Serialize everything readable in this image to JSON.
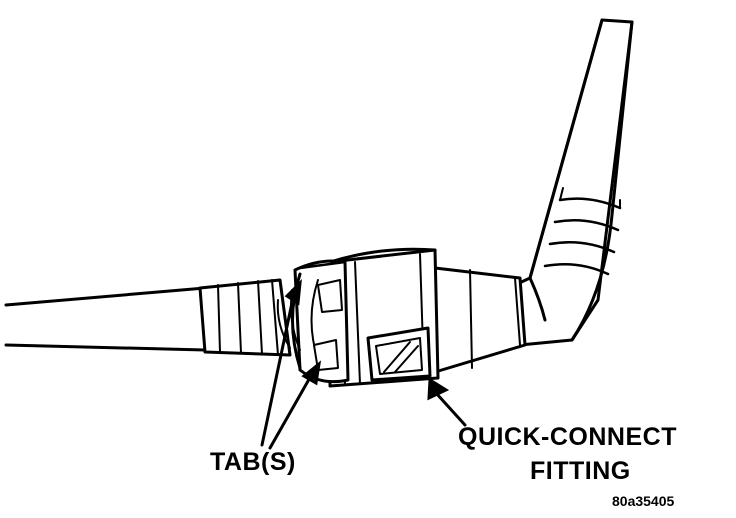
{
  "diagram": {
    "labels": {
      "tabs": "TAB(S)",
      "fitting_line1": "QUICK-CONNECT",
      "fitting_line2": "FITTING",
      "figure_code": "80a35405"
    }
  },
  "colors": {
    "ink": "#000000",
    "paper": "#ffffff"
  }
}
